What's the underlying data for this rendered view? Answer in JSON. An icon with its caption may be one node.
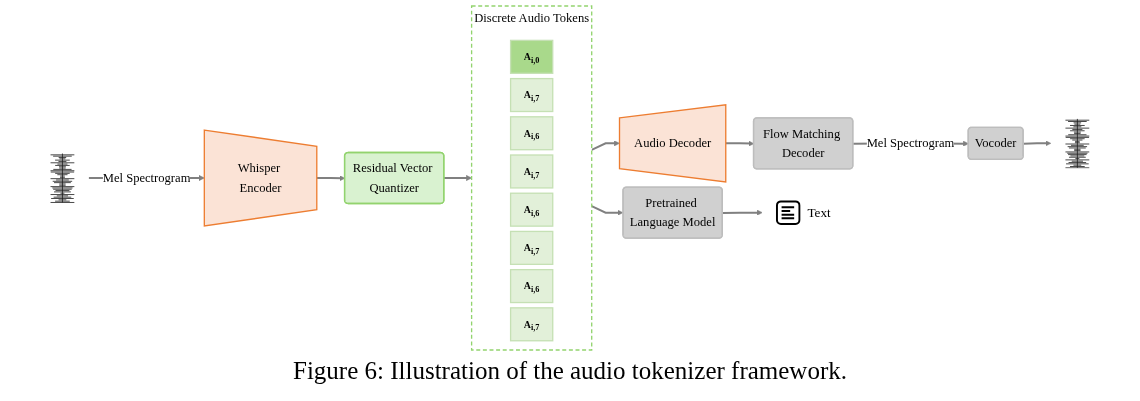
{
  "diagram": {
    "caption": "Figure 6: Illustration of the audio tokenizer framework.",
    "nodes": [
      {
        "text": [],
        "shape": "picture"
      },
      {
        "text": [
          "Whisper Encoder"
        ]
      },
      {
        "text": [
          "Residual Vector Quantizer"
        ]
      },
      {
        "text": [
          "Discrete Audio Tokens"
        ]
      },
      {
        "text": [
          "A$_{i,0}$"
        ],
        "in": 3
      },
      {
        "text": [
          "A$_{i,7}$"
        ],
        "in": 3
      },
      {
        "text": [
          "A$_{i,6}$"
        ],
        "in": 3
      },
      {
        "text": [
          "A$_{i,7}$"
        ],
        "in": 3
      },
      {
        "text": [
          "A$_{i,6}$"
        ],
        "in": 3
      },
      {
        "text": [
          "A$_{i,7}$"
        ],
        "in": 3
      },
      {
        "text": [
          "A$_{i,6}$"
        ],
        "in": 3
      },
      {
        "text": [
          "A$_{i,7}$"
        ],
        "in": 3
      },
      {
        "text": [
          "Audio Decoder"
        ]
      },
      {
        "text": [
          "Flow Matching Decoder"
        ]
      },
      {
        "text": [
          "Vocoder"
        ]
      },
      {
        "text": [],
        "shape": "picture"
      },
      {
        "text": [
          "Pretrained Language Model"
        ]
      },
      {
        "text": [],
        "shape": "picture",
        "beside": [
          "Text"
        ]
      }
    ],
    "edges": [
      {
        "from": 0,
        "to": 1,
        "arrow": "to",
        "label": "Mel Spectrogram"
      },
      {
        "from": 1,
        "to": 2,
        "arrow": "to"
      },
      {
        "from": 2,
        "to": 3,
        "arrow": "to"
      },
      {
        "from": 3,
        "to": 12,
        "arrow": "to"
      },
      {
        "from": 3,
        "to": 16,
        "arrow": "to"
      },
      {
        "from": 12,
        "to": 13,
        "arrow": "to"
      },
      {
        "from": 13,
        "to": 14,
        "arrow": "to",
        "label": "Mel Spectrogram"
      },
      {
        "from": 14,
        "to": 15,
        "arrow": "to"
      },
      {
        "from": 16,
        "to": 17,
        "arrow": "to"
      }
    ]
  }
}
